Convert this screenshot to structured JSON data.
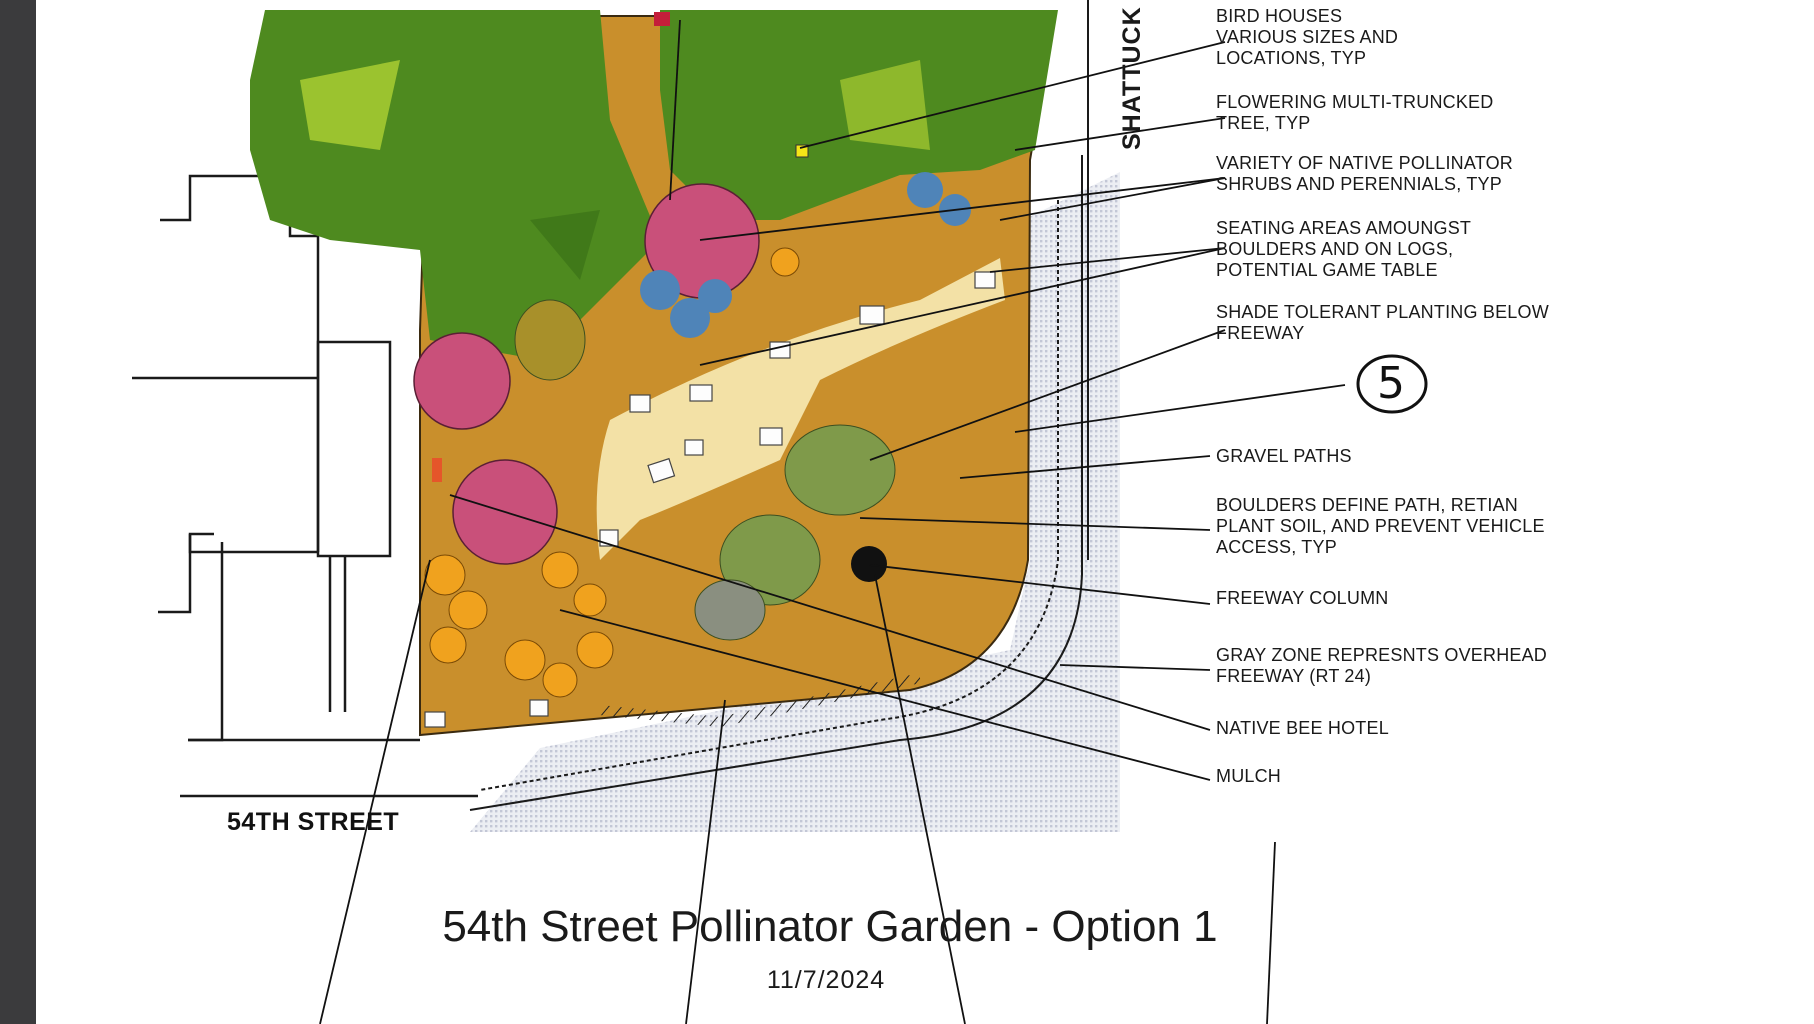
{
  "title": "54th Street Pollinator Garden - Option 1",
  "date": "11/7/2024",
  "sheet_number": "5",
  "streets": {
    "south": "54TH STREET",
    "east": "SHATTUCK"
  },
  "callouts": [
    "BIRD HOUSES\nVARIOUS SIZES AND\nLOCATIONS, TYP",
    "FLOWERING MULTI-TRUNCKED\nTREE, TYP",
    "VARIETY OF NATIVE POLLINATOR\nSHRUBS AND PERENNIALS, TYP",
    "SEATING AREAS AMOUNGST\nBOULDERS AND ON LOGS,\nPOTENTIAL GAME TABLE",
    "SHADE TOLERANT PLANTING BELOW\nFREEWAY",
    "GRAVEL PATHS",
    "BOULDERS DEFINE PATH, RETIAN\nPLANT SOIL, AND PREVENT VEHICLE\nACCESS, TYP",
    "FREEWAY COLUMN",
    "GRAY ZONE REPRESNTS OVERHEAD\nFREEWAY (RT 24)",
    "NATIVE BEE HOTEL",
    "MULCH"
  ],
  "colors": {
    "canopy": "#4e8a1f",
    "canopy_light": "#a9cc32",
    "mulch": "#c98f2c",
    "gravel": "#f0dfa7",
    "flowering_tree": "#c9507a",
    "blue_shrub": "#4f84b8",
    "orange_shrub": "#f0a21e",
    "freeway_zone": "#d9dbe6",
    "viewer_edge": "#3b3b3d"
  }
}
